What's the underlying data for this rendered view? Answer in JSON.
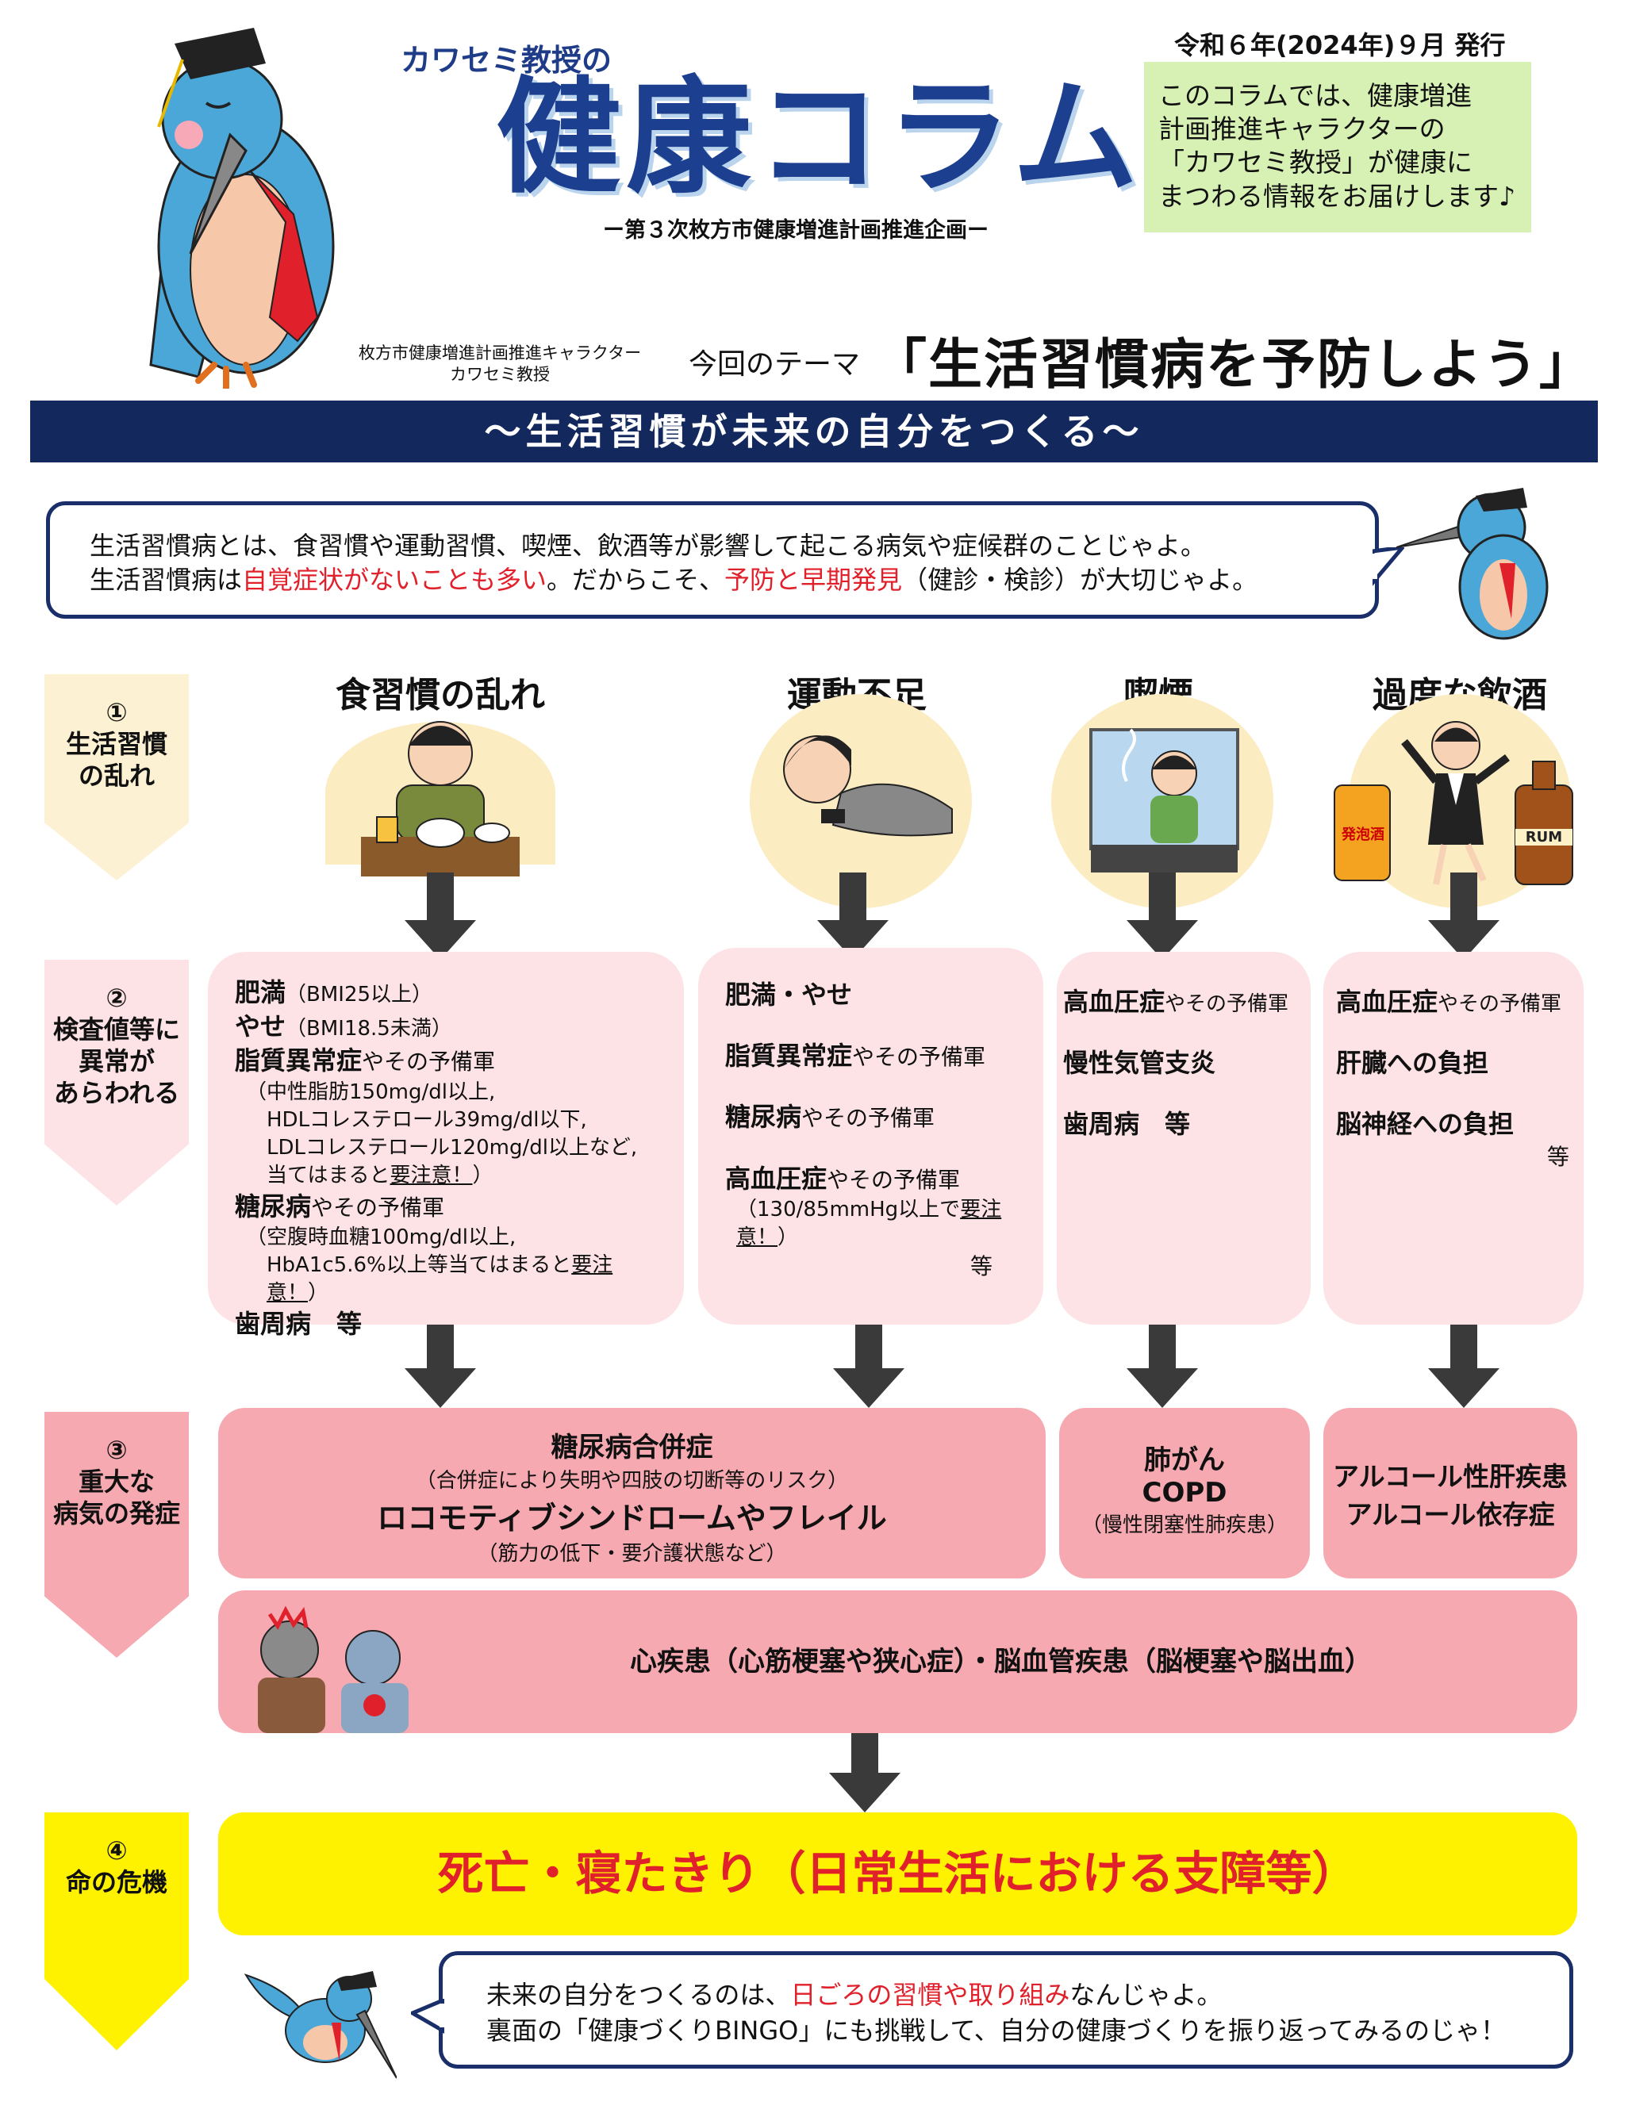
{
  "header": {
    "subtitle": "カワセミ教授の",
    "title": "健康コラム",
    "plan": "ー第３次枚方市健康増進計画推進企画ー",
    "issue_date": "令和６年(2024年)９月 発行",
    "intro_lines": [
      "このコラムでは、健康増進",
      "計画推進キャラクターの",
      "「カワセミ教授」が健康に",
      "まつわる情報をお届けします♪"
    ],
    "character_caption_lines": [
      "枚方市健康増進計画推進キャラクター",
      "カワセミ教授"
    ],
    "theme_label": "今回のテーマ",
    "theme": "「生活習慣病を予防しよう」"
  },
  "banner": "～生活習慣が未来の自分をつくる～",
  "speech_top": {
    "line1": "生活習慣病とは、食習慣や運動習慣、喫煙、飲酒等が影響して起こる病気や症候群のことじゃよ。",
    "line2_a": "生活習慣病は",
    "line2_red1": "自覚症状がないことも多い",
    "line2_b": "。だからこそ、",
    "line2_red2": "予防と早期発見",
    "line2_c": "（健診・検診）が大切じゃよ。"
  },
  "steps": [
    {
      "num": "①",
      "lines": [
        "生活習慣",
        "の乱れ"
      ]
    },
    {
      "num": "②",
      "lines": [
        "検査値等に",
        "異常が",
        "あらわれる"
      ]
    },
    {
      "num": "③",
      "lines": [
        "重大な",
        "病気の発症"
      ]
    },
    {
      "num": "④",
      "lines": [
        "命の危機"
      ]
    }
  ],
  "categories": [
    "食習慣の乱れ",
    "運動不足",
    "喫煙",
    "過度な飲酒"
  ],
  "labels": {
    "happoshu": "発泡酒",
    "rum": "RUM"
  },
  "step2": {
    "diet": {
      "obesity": "肥満",
      "obesity_note": "（BMI25以上）",
      "thin": "やせ",
      "thin_note": "（BMI18.5未満）",
      "lipid": "脂質異常症",
      "lipid_suffix": "やその予備軍",
      "lipid_n1": "（中性脂肪150mg/dl以上,",
      "lipid_n2": "HDLコレステロール39mg/dl以下,",
      "lipid_n3": "LDLコレステロール120mg/dl以上など,",
      "lipid_n4a": "当てはまると",
      "lipid_n4b": "要注意！",
      "lipid_n4c": "）",
      "diabetes": "糖尿病",
      "diabetes_suffix": "やその予備軍",
      "diab_n1": "（空腹時血糖100mg/dl以上,",
      "diab_n2a": "HbA1c5.6%以上等当てはまると",
      "diab_n2b": "要注意！",
      "diab_n2c": "）",
      "perio": "歯周病　等"
    },
    "exercise": {
      "l1": "肥満・やせ",
      "l2": "脂質異常症",
      "l2s": "やその予備軍",
      "l3": "糖尿病",
      "l3s": "やその予備軍",
      "l4": "高血圧症",
      "l4s": "やその予備軍",
      "n1a": "（130/85mmHg以上で",
      "n1b": "要注意！",
      "n1c": "）",
      "etc": "等"
    },
    "smoking": {
      "l1": "高血圧症",
      "l1s": "やその予備軍",
      "l2": "慢性気管支炎",
      "l3": "歯周病　等"
    },
    "alcohol": {
      "l1": "高血圧症",
      "l1s": "やその予備軍",
      "l2": "肝臓への負担",
      "l3": "脳神経への負担",
      "etc": "等"
    }
  },
  "step3": {
    "diet": {
      "l1": "糖尿病合併症",
      "l2": "（合併症により失明や四肢の切断等のリスク）",
      "l3": "ロコモティブシンドロームやフレイル",
      "l4": "（筋力の低下・要介護状態など）"
    },
    "smoking": {
      "l1": "肺がん",
      "l2": "COPD",
      "l3": "（慢性閉塞性肺疾患）"
    },
    "alcohol": {
      "l1": "アルコール性肝疾患",
      "l2": "アルコール依存症"
    },
    "heart": "心疾患（心筋梗塞や狭心症）・脳血管疾患（脳梗塞や脳出血）"
  },
  "step4": "死亡・寝たきり（日常生活における支障等）",
  "speech_bottom": {
    "line1_a": "未来の自分をつくるのは、",
    "line1_red": "日ごろの習慣や取り組み",
    "line1_b": "なんじゃよ。",
    "line2": "裏面の「健康づくりBINGO」にも挑戦して、自分の健康づくりを振り返ってみるのじゃ！"
  },
  "colors": {
    "navy": "#13295e",
    "title_blue": "#1c3f8f",
    "intro_green": "#d7f0b4",
    "step1": "#fcf2d3",
    "step2": "#fde3e6",
    "step3": "#f6a9b0",
    "step4": "#fff200",
    "accent_red": "#e0202a",
    "arrow": "#3a3a3a"
  }
}
